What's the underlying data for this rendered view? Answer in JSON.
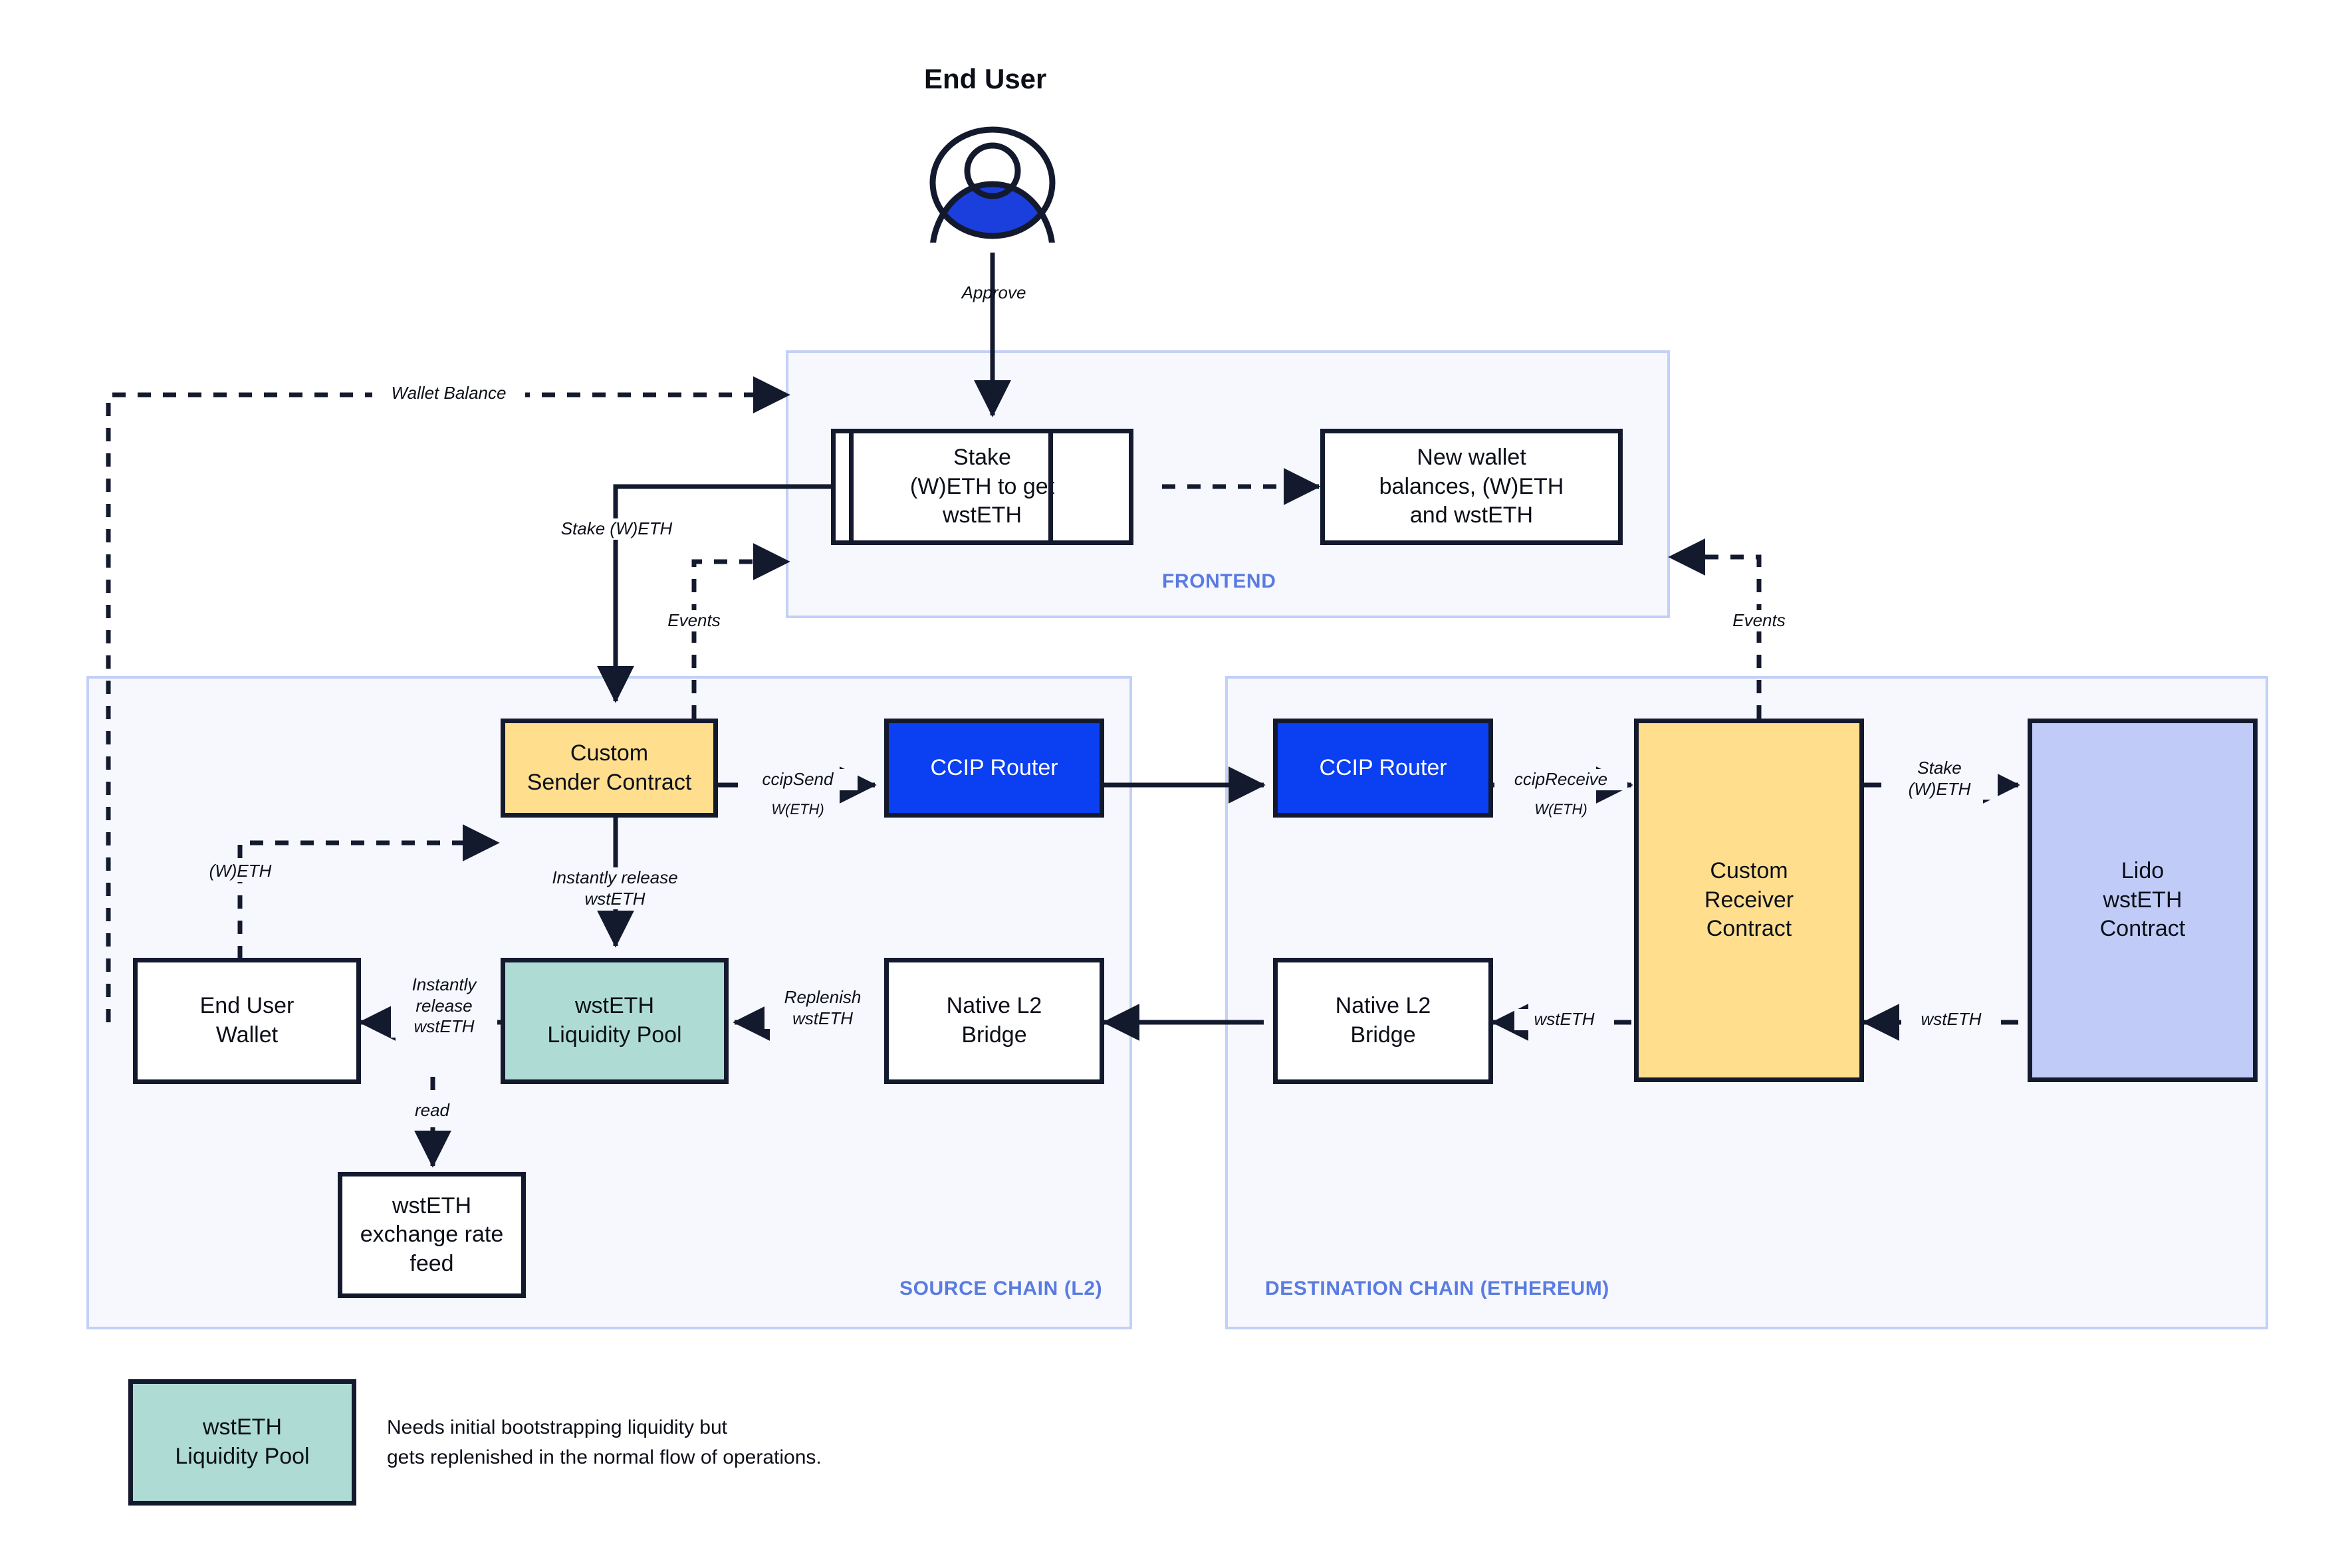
{
  "diagram": {
    "actor": {
      "title": "End User",
      "icon": "user-avatar-icon"
    },
    "zones": [
      {
        "key": "frontend",
        "label": "FRONTEND"
      },
      {
        "key": "source",
        "label": "SOURCE CHAIN (L2)"
      },
      {
        "key": "destination",
        "label": "DESTINATION CHAIN (ETHEREUM)"
      }
    ],
    "nodes": {
      "stake_form": "Stake\n(W)ETH to get\nwstETH",
      "new_balances": "New wallet\nbalances, (W)ETH\nand wstETH",
      "sender_contract": "Custom\nSender Contract",
      "ccip_router_src": "CCIP Router",
      "ccip_router_dst": "CCIP Router",
      "receiver_contract": "Custom\nReceiver\nContract",
      "lido_contract": "Lido\nwstETH\nContract",
      "end_user_wallet": "End User\nWallet",
      "liquidity_pool": "wstETH\nLiquidity Pool",
      "native_bridge_src": "Native L2\nBridge",
      "native_bridge_dst": "Native L2\nBridge",
      "rate_feed": "wstETH\nexchange rate\nfeed"
    },
    "edges": {
      "approve": "Approve",
      "wallet_balance": "Wallet Balance",
      "stake_weth": "Stake (W)ETH",
      "events_left": "Events",
      "events_right": "Events",
      "weth": "(W)ETH",
      "ccip_send": "ccipSend",
      "ccip_send_sub": "W(ETH)",
      "ccip_receive": "ccipReceive",
      "ccip_receive_sub": "W(ETH)",
      "stake_weth_dst": "Stake\n(W)ETH",
      "instantly_release_pool": "Instantly release\nwstETH",
      "instantly_release_wallet": "Instantly\nrelease\nwstETH",
      "replenish": "Replenish\nwstETH",
      "wsteth_bridge": "wstETH",
      "wsteth_lido": "wstETH",
      "read": "read"
    },
    "legend": {
      "swatch_label": "wstETH\nLiquidity Pool",
      "note": "Needs initial bootstrapping liquidity but\ngets replenished in the normal flow of operations."
    },
    "colors": {
      "zone_fill": "#f6f8fe",
      "zone_stroke": "#c3d0f7",
      "zone_label": "#5a7be0",
      "node_stroke": "#141a2e",
      "yellow": "#ffdf8e",
      "teal": "#aedcd5",
      "blue": "#0a3ff2",
      "lavender": "#c0ccf7",
      "avatar_accent": "#1b3fdd"
    }
  }
}
